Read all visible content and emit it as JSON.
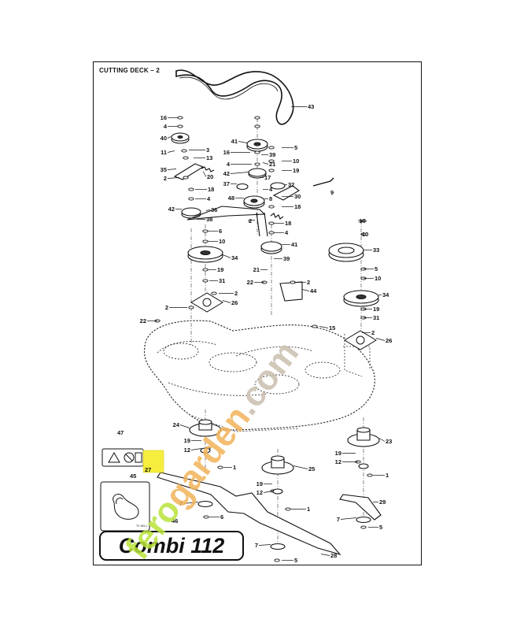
{
  "diagram": {
    "title": "CUTTING DECK – 2",
    "model_label": "Combi 112",
    "small_label": "TK 485-1",
    "part_labels": [
      {
        "id": "p43a",
        "text": "43"
      },
      {
        "id": "p16a",
        "text": "16"
      },
      {
        "id": "p4a",
        "text": "4"
      },
      {
        "id": "p40",
        "text": "40"
      },
      {
        "id": "p11",
        "text": "11"
      },
      {
        "id": "p3",
        "text": "3"
      },
      {
        "id": "p13",
        "text": "13"
      },
      {
        "id": "p35",
        "text": "35"
      },
      {
        "id": "p20",
        "text": "20"
      },
      {
        "id": "p2a",
        "text": "2"
      },
      {
        "id": "p18a",
        "text": "18"
      },
      {
        "id": "p4b",
        "text": "4"
      },
      {
        "id": "p41a",
        "text": "41"
      },
      {
        "id": "p5a",
        "text": "5"
      },
      {
        "id": "p16b",
        "text": "16"
      },
      {
        "id": "p39a",
        "text": "39"
      },
      {
        "id": "p10a",
        "text": "10"
      },
      {
        "id": "p4c",
        "text": "4"
      },
      {
        "id": "p42a",
        "text": "42"
      },
      {
        "id": "p21a",
        "text": "21"
      },
      {
        "id": "p19a",
        "text": "19"
      },
      {
        "id": "p17",
        "text": "17"
      },
      {
        "id": "p32",
        "text": "32"
      },
      {
        "id": "p37",
        "text": "37"
      },
      {
        "id": "p4d",
        "text": "4"
      },
      {
        "id": "p9",
        "text": "9"
      },
      {
        "id": "p48",
        "text": "48"
      },
      {
        "id": "p8",
        "text": "8"
      },
      {
        "id": "p30",
        "text": "30"
      },
      {
        "id": "p18b",
        "text": "18"
      },
      {
        "id": "p42b",
        "text": "42"
      },
      {
        "id": "p36",
        "text": "36"
      },
      {
        "id": "p38",
        "text": "38"
      },
      {
        "id": "p2b",
        "text": "2"
      },
      {
        "id": "p14",
        "text": "14"
      },
      {
        "id": "p6a",
        "text": "6"
      },
      {
        "id": "p18c",
        "text": "18"
      },
      {
        "id": "p10b",
        "text": "10"
      },
      {
        "id": "p4e",
        "text": "4"
      },
      {
        "id": "p10c",
        "text": "10"
      },
      {
        "id": "p41b",
        "text": "41"
      },
      {
        "id": "p33",
        "text": "33"
      },
      {
        "id": "p34a",
        "text": "34"
      },
      {
        "id": "p39b",
        "text": "39"
      },
      {
        "id": "p5b",
        "text": "5"
      },
      {
        "id": "p19b",
        "text": "19"
      },
      {
        "id": "p21b",
        "text": "21"
      },
      {
        "id": "p10d",
        "text": "10"
      },
      {
        "id": "p31a",
        "text": "31"
      },
      {
        "id": "p22a",
        "text": "22"
      },
      {
        "id": "p2c",
        "text": "2"
      },
      {
        "id": "p2d",
        "text": "2"
      },
      {
        "id": "p44",
        "text": "44"
      },
      {
        "id": "p26a",
        "text": "26"
      },
      {
        "id": "p34b",
        "text": "34"
      },
      {
        "id": "p2e",
        "text": "2"
      },
      {
        "id": "p19c",
        "text": "19"
      },
      {
        "id": "p22b",
        "text": "22"
      },
      {
        "id": "p31b",
        "text": "31"
      },
      {
        "id": "p15",
        "text": "15"
      },
      {
        "id": "p2f",
        "text": "2"
      },
      {
        "id": "p26b",
        "text": "26"
      },
      {
        "id": "p47",
        "text": "47"
      },
      {
        "id": "p24",
        "text": "24"
      },
      {
        "id": "p23",
        "text": "23"
      },
      {
        "id": "p19d",
        "text": "19"
      },
      {
        "id": "p12a",
        "text": "12"
      },
      {
        "id": "p27",
        "text": "27"
      },
      {
        "id": "p1a",
        "text": "1"
      },
      {
        "id": "p19e",
        "text": "19"
      },
      {
        "id": "p12b",
        "text": "12"
      },
      {
        "id": "p45",
        "text": "45"
      },
      {
        "id": "p25",
        "text": "25"
      },
      {
        "id": "p1b",
        "text": "1"
      },
      {
        "id": "p19f",
        "text": "19"
      },
      {
        "id": "p12c",
        "text": "12"
      },
      {
        "id": "p7a",
        "text": "7"
      },
      {
        "id": "p6b",
        "text": "6"
      },
      {
        "id": "p29",
        "text": "29"
      },
      {
        "id": "p1c",
        "text": "1"
      },
      {
        "id": "p46",
        "text": "46"
      },
      {
        "id": "p7b",
        "text": "7"
      },
      {
        "id": "p7c",
        "text": "7"
      },
      {
        "id": "p5c",
        "text": "5"
      },
      {
        "id": "p5d",
        "text": "5"
      },
      {
        "id": "p28",
        "text": "28"
      }
    ]
  },
  "watermark": {
    "text": "ferogarden.com",
    "colors": {
      "green": "#b9e33a",
      "orange": "#f2b35a",
      "grey": "#c9bfae"
    }
  }
}
